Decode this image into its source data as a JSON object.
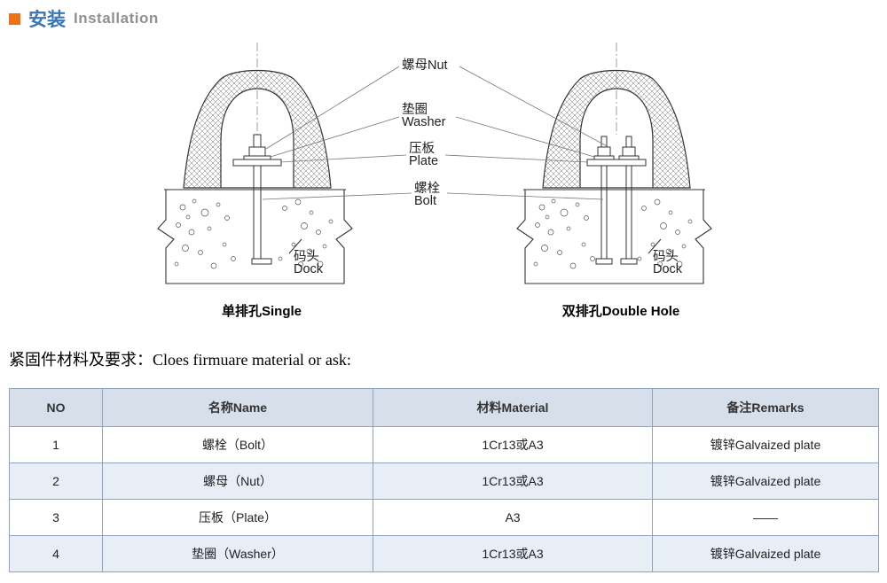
{
  "page": {
    "title_zh": "安装",
    "title_en": "Installation"
  },
  "diagram": {
    "nut_label": "螺母Nut",
    "washer_zh": "垫圈",
    "washer_en": "Washer",
    "plate_zh": "压板",
    "plate_en": "Plate",
    "bolt_zh": "螺栓",
    "bolt_en": "Bolt",
    "dock_zh": "码头",
    "dock_en": "Dock",
    "caption_left": "单排孔Single",
    "caption_right": "双排孔Double Hole"
  },
  "section": {
    "heading": "紧固件材料及要求：Cloes firmuare material or ask:"
  },
  "table": {
    "headers": [
      "NO",
      "名称Name",
      "材料Material",
      "备注Remarks"
    ],
    "rows": [
      {
        "no": "1",
        "name": "螺栓（Bolt）",
        "material": "1Cr13或A3",
        "remarks": "镀锌Galvaized plate"
      },
      {
        "no": "2",
        "name": "螺母（Nut）",
        "material": "1Cr13或A3",
        "remarks": "镀锌Galvaized plate"
      },
      {
        "no": "3",
        "name": "压板（Plate）",
        "material": "A3",
        "remarks": "——"
      },
      {
        "no": "4",
        "name": "垫圈（Washer）",
        "material": "1Cr13或A3",
        "remarks": "镀锌Galvaized plate"
      }
    ]
  },
  "colors": {
    "accent_orange": "#ee7116",
    "title_blue": "#3a75b5",
    "title_gray": "#909090",
    "table_border": "#8fa3bc",
    "table_header_bg": "#d7e0ea",
    "table_alt_row_bg": "#e7eef5"
  }
}
